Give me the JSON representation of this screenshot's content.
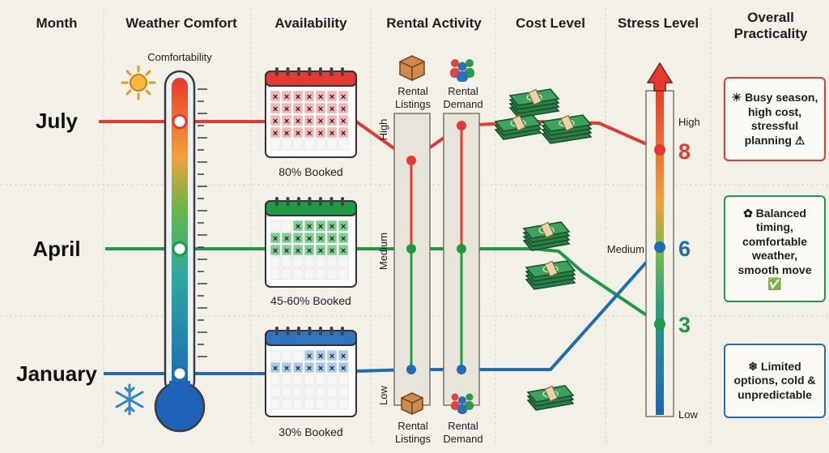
{
  "headers": {
    "month": "Month",
    "weather": "Weather Comfort",
    "availability": "Availability",
    "rental": "Rental Activity",
    "cost": "Cost Level",
    "stress": "Stress Level",
    "practicality": "Overall Practicality"
  },
  "months": [
    {
      "name": "July",
      "color": "#e33a33",
      "booked": "80% Booked",
      "booked_fraction": 0.8,
      "stress": "8",
      "stress_color": "#e33a33",
      "practicality": "☀ Busy season, high cost, stressful planning ⚠"
    },
    {
      "name": "April",
      "color": "#1e9a44",
      "booked": "45-60% Booked",
      "booked_fraction": 0.55,
      "stress": "3",
      "stress_color": "#1e9a44",
      "practicality": "✿ Balanced timing, comfortable weather, smooth move ✅"
    },
    {
      "name": "January",
      "color": "#1e6cb4",
      "booked": "30% Booked",
      "booked_fraction": 0.3,
      "stress": "6",
      "stress_color": "#1e6cb4",
      "practicality": "❄ Limited options, cold & unpredictable"
    }
  ],
  "weather": {
    "comfortability_label": "Comfortability"
  },
  "rental": {
    "listings_label_1": "Rental",
    "listings_label_2": "Listings",
    "demand_label_1": "Rental",
    "demand_label_2": "Demand",
    "axis_high": "High",
    "axis_medium": "Medium",
    "axis_low": "Low"
  },
  "stress_axis": {
    "high": "High",
    "medium": "Medium",
    "low": "Low"
  },
  "icons": [
    "sun-icon",
    "snowflake-icon",
    "calendar-icon",
    "box-icon",
    "people-icon",
    "money-stack-icon",
    "warning-icon",
    "check-icon",
    "flower-icon"
  ]
}
